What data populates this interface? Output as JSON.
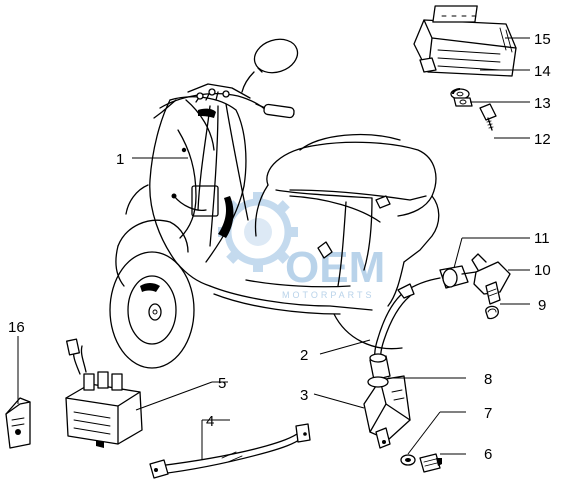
{
  "diagram": {
    "callouts": [
      "1",
      "2",
      "3",
      "4",
      "5",
      "6",
      "7",
      "8",
      "9",
      "10",
      "11",
      "12",
      "13",
      "14",
      "15",
      "16"
    ],
    "watermark": {
      "brand": "OEM",
      "tagline": "MOTORPARTS",
      "color": "#b9d3ea"
    }
  }
}
